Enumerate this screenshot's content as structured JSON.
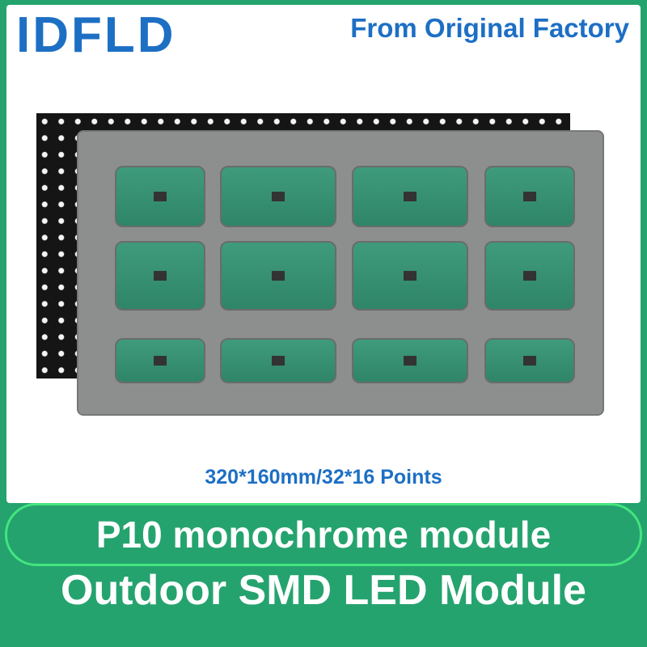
{
  "brand": "IDFLD",
  "tagline": "From Original Factory",
  "spec": "320*160mm/32*16 Points",
  "pill_text": "P10 monochrome module",
  "bottom_text": "Outdoor SMD LED Module",
  "colors": {
    "brand_blue": "#1d6fc4",
    "background_green": "#25a36e",
    "pill_border": "#43e57f"
  }
}
